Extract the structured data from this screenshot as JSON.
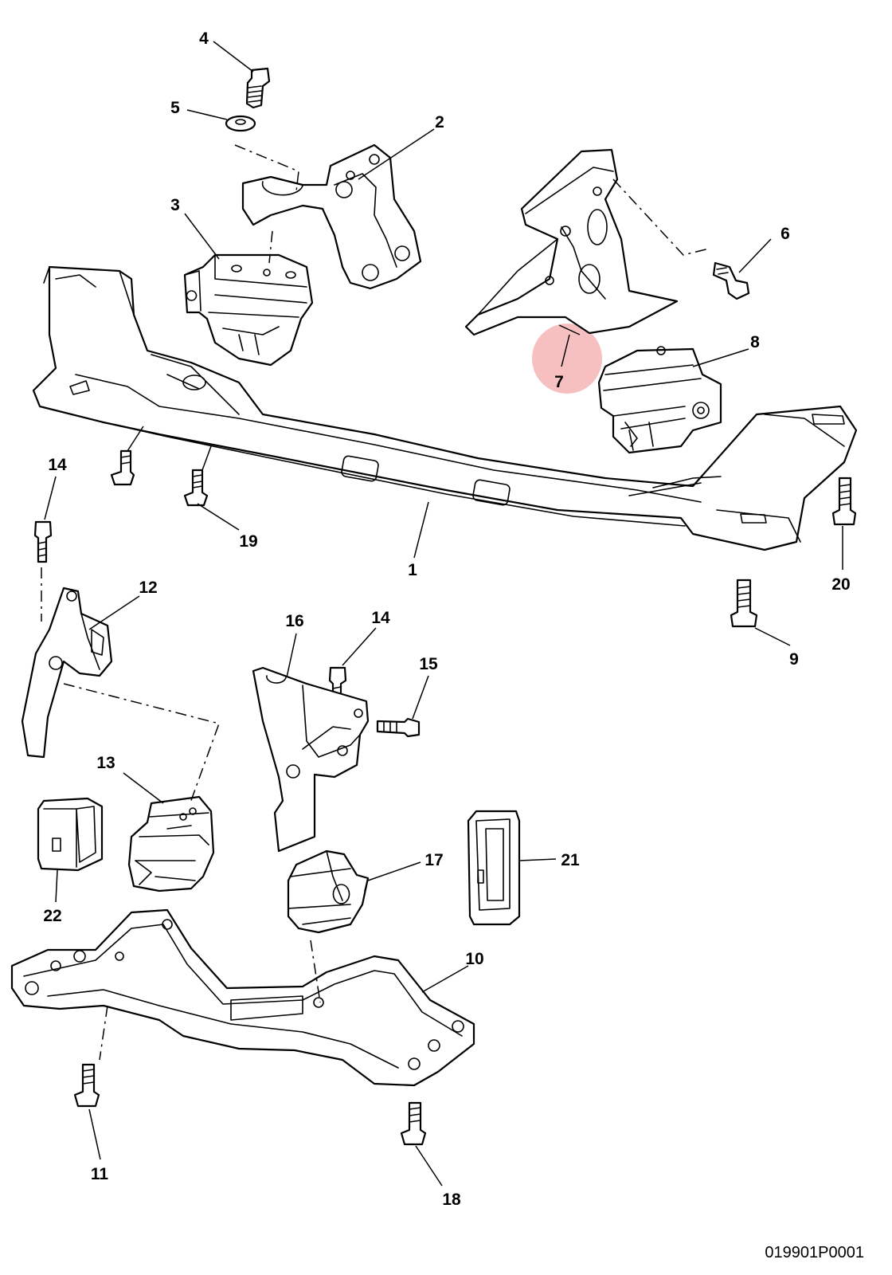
{
  "diagram": {
    "callouts": [
      {
        "id": "c1",
        "text": "1"
      },
      {
        "id": "c2",
        "text": "2"
      },
      {
        "id": "c3",
        "text": "3"
      },
      {
        "id": "c4",
        "text": "4"
      },
      {
        "id": "c5",
        "text": "5"
      },
      {
        "id": "c6",
        "text": "6"
      },
      {
        "id": "c7",
        "text": "7"
      },
      {
        "id": "c8",
        "text": "8"
      },
      {
        "id": "c9",
        "text": "9"
      },
      {
        "id": "c10",
        "text": "10"
      },
      {
        "id": "c11",
        "text": "11"
      },
      {
        "id": "c12",
        "text": "12"
      },
      {
        "id": "c13",
        "text": "13"
      },
      {
        "id": "c14a",
        "text": "14"
      },
      {
        "id": "c14b",
        "text": "14"
      },
      {
        "id": "c15",
        "text": "15"
      },
      {
        "id": "c16",
        "text": "16"
      },
      {
        "id": "c17",
        "text": "17"
      },
      {
        "id": "c18",
        "text": "18"
      },
      {
        "id": "c19",
        "text": "19"
      },
      {
        "id": "c20",
        "text": "20"
      },
      {
        "id": "c21",
        "text": "21"
      },
      {
        "id": "c22",
        "text": "22"
      }
    ],
    "highlighted_callout": "7",
    "highlight_color": "#f08c8c",
    "reference_code": "019901P0001"
  }
}
